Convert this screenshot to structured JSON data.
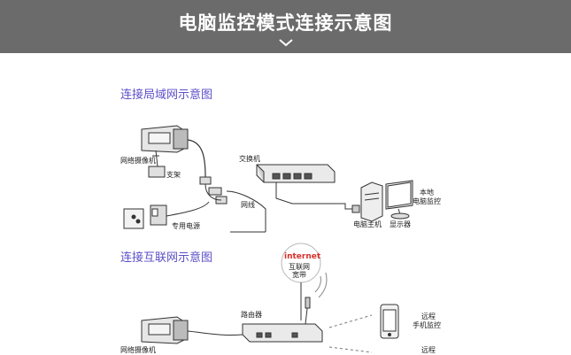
{
  "header": {
    "title": "电脑监控模式连接示意图"
  },
  "lan": {
    "title": "连接局域网示意图",
    "labels": {
      "camera": "网络摄像机",
      "bracket": "支架",
      "switch": "交换机",
      "cable": "网线",
      "power": "专用电源",
      "pc_host": "电脑主机",
      "monitor": "显示器",
      "local_line1": "本地",
      "local_line2": "电脑监控"
    }
  },
  "internet": {
    "title": "连接互联网示意图",
    "labels": {
      "internet_word": "internet",
      "internet_line2": "互联网",
      "internet_line3": "宽带",
      "router": "路由器",
      "camera": "网络摄像机",
      "remote_line1": "远程",
      "remote_line2": "手机监控",
      "remote2": "远程"
    }
  },
  "colors": {
    "header_bg": "#6b6b6b",
    "section_title": "#5b4fc8",
    "internet_red": "#d9302c"
  }
}
